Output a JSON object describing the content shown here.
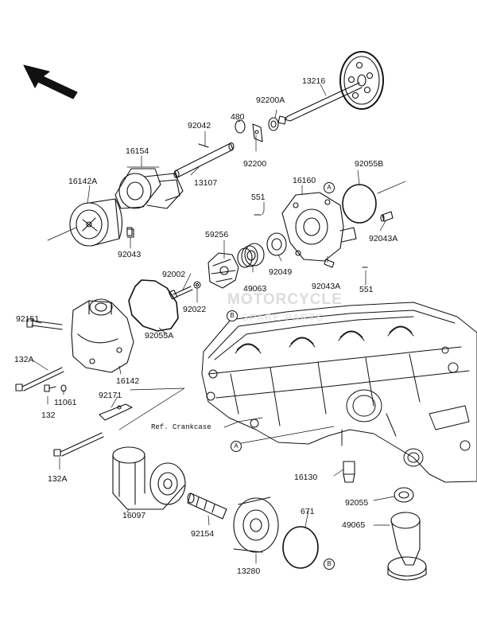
{
  "watermark": {
    "line1": "MOTORCYCLE",
    "line2": "SPARE PARTS"
  },
  "reference": "Ref. Crankcase",
  "refs": [
    "A",
    "A",
    "B",
    "B",
    "A"
  ],
  "parts": [
    "13216",
    "92200A",
    "92042",
    "480",
    "16154",
    "92200",
    "16160",
    "92055B",
    "16142A",
    "13107",
    "551",
    "92043A",
    "92043",
    "59256",
    "92002",
    "92049",
    "49063",
    "92043A",
    "551",
    "92022",
    "92151",
    "92055A",
    "132A",
    "16142",
    "11061",
    "92171",
    "132",
    "132A",
    "16130",
    "92055",
    "671",
    "16097",
    "49065",
    "92154",
    "13280"
  ]
}
